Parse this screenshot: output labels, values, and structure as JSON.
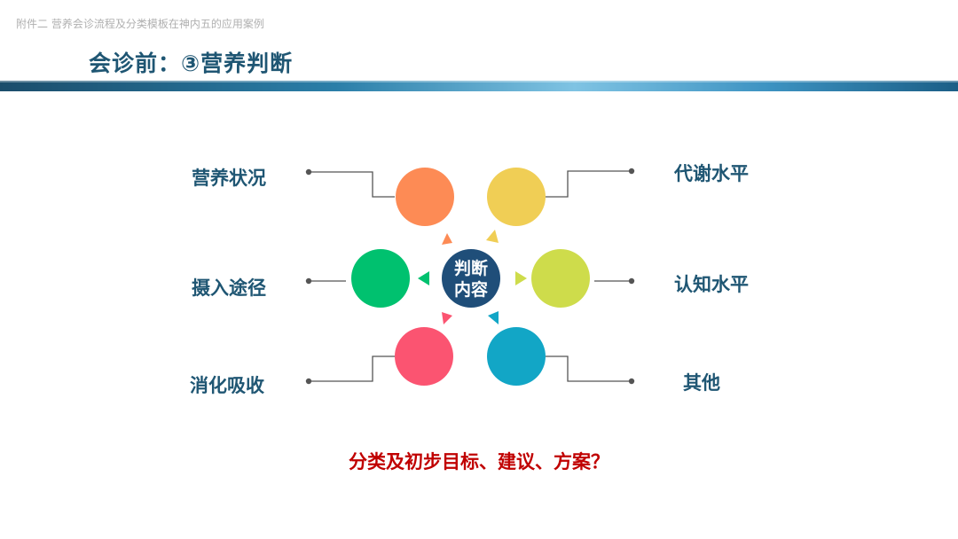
{
  "header": {
    "note": "附件二 营养会诊流程及分类模板在神内五的应用案例",
    "title": "会诊前：③营养判断"
  },
  "diagram": {
    "center": {
      "line1": "判断",
      "line2": "内容",
      "color": "#1f4e79"
    },
    "nodes": [
      {
        "id": "nutrition-status",
        "label": "营养状况",
        "color": "#fd8b55"
      },
      {
        "id": "metabolism-level",
        "label": "代谢水平",
        "color": "#f0ce55"
      },
      {
        "id": "intake-route",
        "label": "摄入途径",
        "color": "#00c16f"
      },
      {
        "id": "cognition-level",
        "label": "认知水平",
        "color": "#cedc4b"
      },
      {
        "id": "digestion-absorption",
        "label": "消化吸收",
        "color": "#fb5471"
      },
      {
        "id": "other",
        "label": "其他",
        "color": "#12a6c6"
      }
    ],
    "connector_color": "#555555",
    "question": "分类及初步目标、建议、方案？"
  }
}
